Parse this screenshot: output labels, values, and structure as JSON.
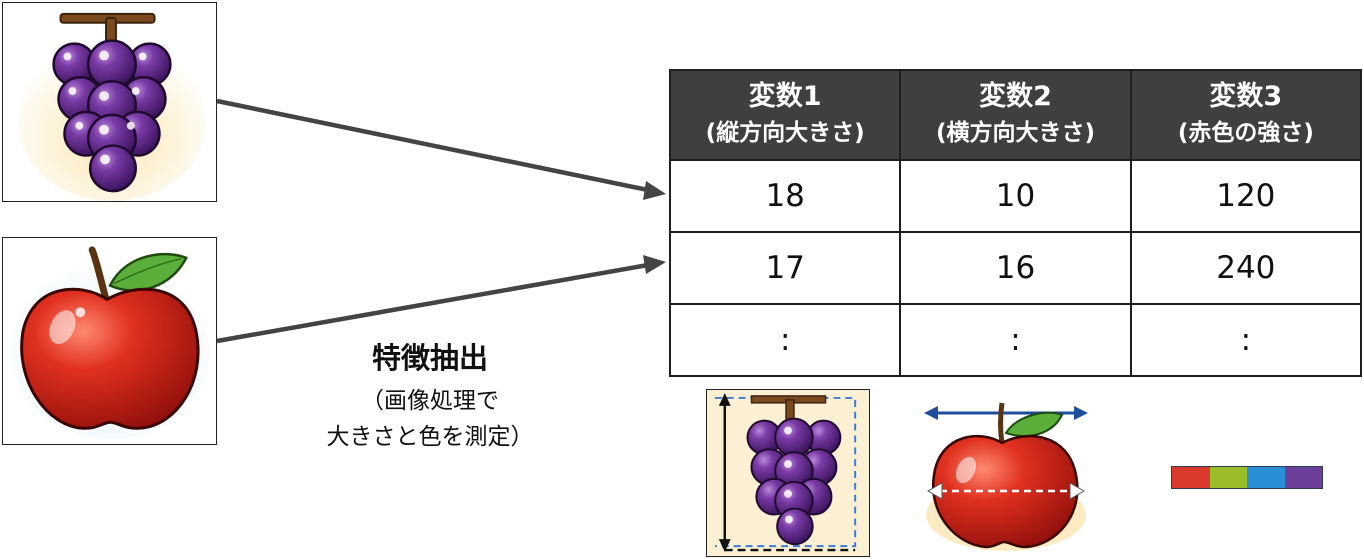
{
  "table": {
    "headers": [
      {
        "title": "変数1",
        "sub": "(縦方向大きさ)"
      },
      {
        "title": "変数2",
        "sub": "(横方向大きさ)"
      },
      {
        "title": "変数3",
        "sub": "(赤色の強さ)"
      }
    ],
    "rows": [
      [
        "18",
        "10",
        "120"
      ],
      [
        "17",
        "16",
        "240"
      ],
      [
        ":",
        ":",
        ":"
      ]
    ]
  },
  "caption": {
    "title": "特徴抽出",
    "line1": "（画像処理で",
    "line2": "大きさと色を測定）"
  },
  "colors": {
    "grape": "#6a2d8f",
    "apple": "#d62b1f",
    "header_bg": "#3f3f3f",
    "arrow": "#444444",
    "color_bar": [
      "#d93a2b",
      "#9bbd2a",
      "#2a8fd9",
      "#6b3f9a"
    ]
  }
}
